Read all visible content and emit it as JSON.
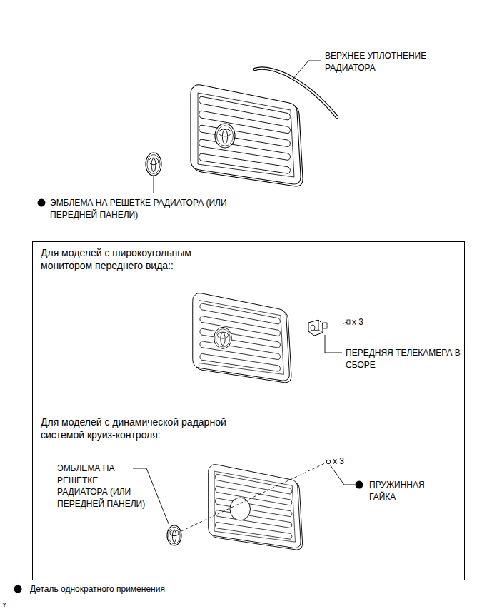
{
  "diagram": {
    "nodes": [
      {
        "text": [
          "Для моделей с широкоугольным монитором переднего вида::"
        ]
      },
      {
        "text": [
          "Для моделей с динамической радарной системой круиз-контроля:"
        ]
      }
    ],
    "labels": [
      "ВЕРХНЕЕ УПЛОТНЕНИЕ РАДИАТОРА",
      "ЭМБЛЕМА НА РЕШЕТКЕ РАДИАТОРА (ИЛИ ПЕРЕДНЕЙ ПАНЕЛИ)",
      "x 3",
      "ПЕРЕДНЯЯ ТЕЛЕКАМЕРА В СБОРЕ",
      "ЭМБЛЕМА НА РЕШЕТКЕ РАДИАТОРА (ИЛИ ПЕРЕДНЕЙ ПАНЕЛИ)",
      "x 3",
      "ПРУЖИННАЯ ГАЙКА",
      "Y"
    ],
    "legend": [
      {
        "text": "Деталь однократного применения"
      }
    ]
  }
}
